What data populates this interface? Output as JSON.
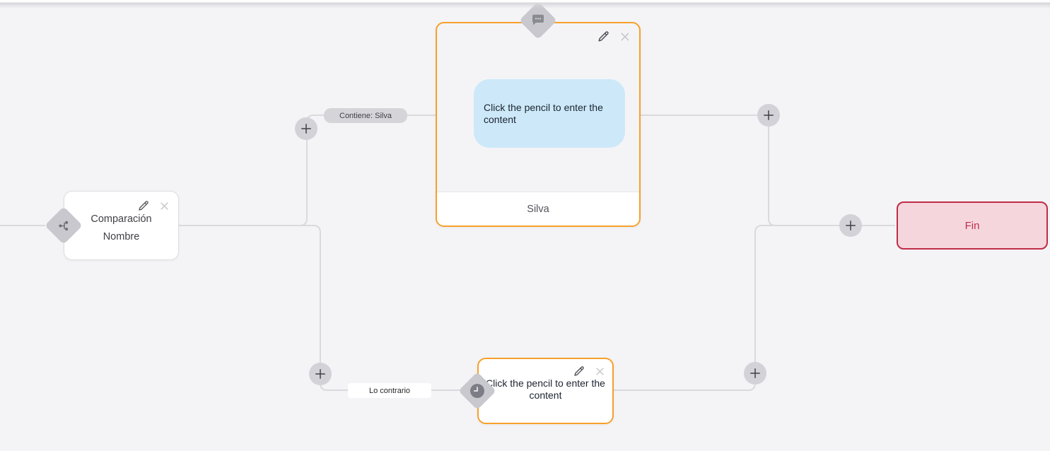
{
  "canvas": {
    "background": "#f4f4f6",
    "edge_color": "#d9d9de"
  },
  "colors": {
    "accent_orange": "#f7a02b",
    "end_border_red": "#bf2c48",
    "end_background_pink": "#f5d6dc",
    "bubble_blue": "#cde9f9",
    "connector_gray": "#c8c8ce",
    "plus_circle_gray": "#d2d2d8"
  },
  "condition_node": {
    "title_line1": "Comparación",
    "title_line2": "Nombre",
    "type_icon": "branch-icon"
  },
  "message_node": {
    "bubble_text": "Click the pencil to enter the content",
    "footer_text": "Silva",
    "type_icon": "message-bubble-icon"
  },
  "action_node": {
    "text": "Click the pencil to enter the content",
    "type_icon": "clock-icon"
  },
  "end_node": {
    "label": "Fin"
  },
  "edge_labels": {
    "top": "Contiene: Silva",
    "bottom": "Lo contrario"
  },
  "icons": {
    "edit": "pencil-icon",
    "delete": "close-icon",
    "add": "plus-icon"
  }
}
